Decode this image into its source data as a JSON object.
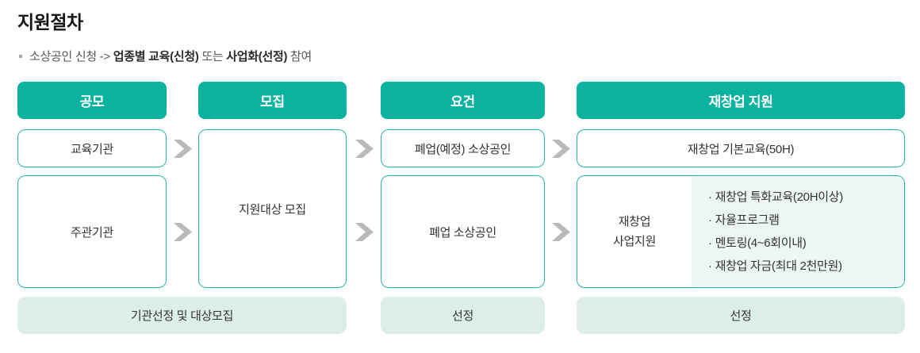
{
  "page": {
    "title": "지원절차",
    "subtitle": {
      "prefix": "소상공인 신청 -> ",
      "bold1": "업종별 교육(신청)",
      "middle": " 또는 ",
      "bold2": "사업화(선정)",
      "suffix": " 참여"
    }
  },
  "colors": {
    "accent_teal": "#0cb2a0",
    "box_border_teal": "#29b3a3",
    "footer_mint": "#ddeeea",
    "panel_mint": "#ecf6f2",
    "arrow_gray": "#b9b9b9"
  },
  "flow": {
    "headers": [
      "공모",
      "모집",
      "요건",
      "재창업 지원"
    ],
    "col1": {
      "row1": "교육기관",
      "row2": "주관기관"
    },
    "col2": {
      "box": "지원대상 모집"
    },
    "col3": {
      "row1": "폐업(예정) 소상공인",
      "row2": "폐업 소상공인"
    },
    "col4": {
      "row1": "재창업 기본교육(50H)",
      "row2_label_line1": "재창업",
      "row2_label_line2": "사업지원",
      "row2_items": [
        "· 재창업 특화교육(20H이상)",
        "· 자율프로그램",
        "· 멘토링(4~6회이내)",
        "· 재창업 자금(최대 2천만원)"
      ]
    },
    "footers": [
      "기관선정 및 대상모집",
      "선정",
      "선정"
    ]
  }
}
